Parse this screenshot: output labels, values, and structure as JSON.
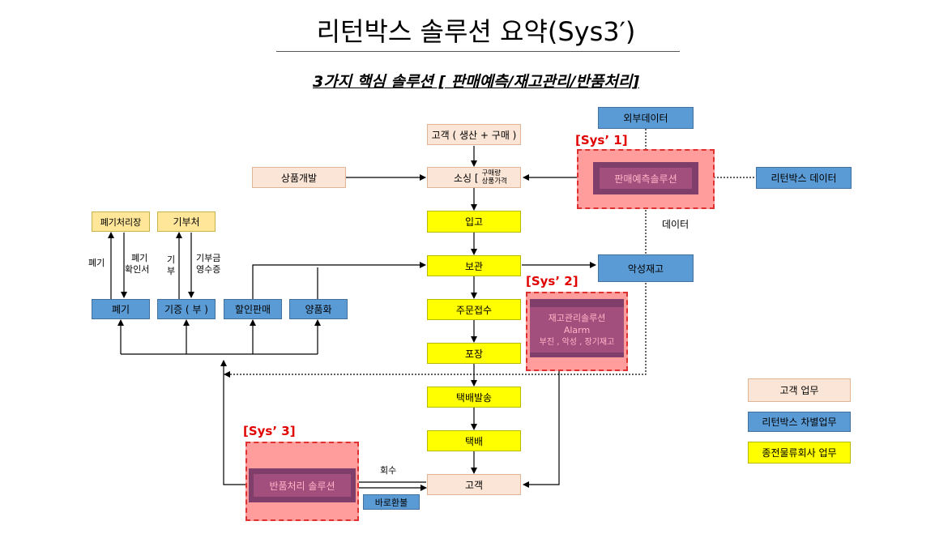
{
  "title": "리턴박스 솔루션 요약(Sys3′)",
  "subtitle": "3가지 핵심 솔루션 [ 판매예측/재고관리/반품처리]",
  "nodes": {
    "customer_top": "고객 ( 생산 + 구매 )",
    "sourcing": "소싱 [",
    "sourcing_sub1": "구매량",
    "sourcing_sub2": "상품가격",
    "product_dev": "상품개발",
    "receiving": "입고",
    "storage": "보관",
    "order": "주문접수",
    "packing": "포장",
    "shipping": "택배발송",
    "delivery": "택배",
    "customer_bottom": "고객",
    "external_data": "외부데이터",
    "returnbox_data": "리턴박스 데이터",
    "bad_stock": "악성재고",
    "disposal_site": "폐기처리장",
    "donee": "기부처",
    "disposal": "폐기",
    "donation": "기증 ( 부 )",
    "discount_sale": "할인판매",
    "refurbish": "양품화",
    "instant_refund": "바로환불"
  },
  "solutions": {
    "sys1_label": "[Sys’ 1]",
    "sys1_name": "판매예측솔루션",
    "sys2_label": "[Sys’ 2]",
    "sys2_line1": "재고관리솔루션",
    "sys2_line2": "Alarm",
    "sys2_line3": "부진 , 악성 , 장기재고",
    "sys3_label": "[Sys’ 3]",
    "sys3_name": "반품처리 솔루션"
  },
  "edge_labels": {
    "data": "데이터",
    "disposal": "폐기",
    "disposal_cert_1": "폐기",
    "disposal_cert_2": "확인서",
    "donate_1": "기",
    "donate_2": "부",
    "receipt_1": "기부금",
    "receipt_2": "영수증",
    "collection": "회수"
  },
  "legend": {
    "customer": "고객 업무",
    "returnbox": "리턴박스 차별업무",
    "logistics": "종전물류회사 업무"
  },
  "colors": {
    "customer": "#fbe5d6",
    "logistics": "#ffff00",
    "returnbox": "#5b9bd5",
    "solution_frame": "#ff9c9c",
    "solution_label": "#e00000"
  }
}
